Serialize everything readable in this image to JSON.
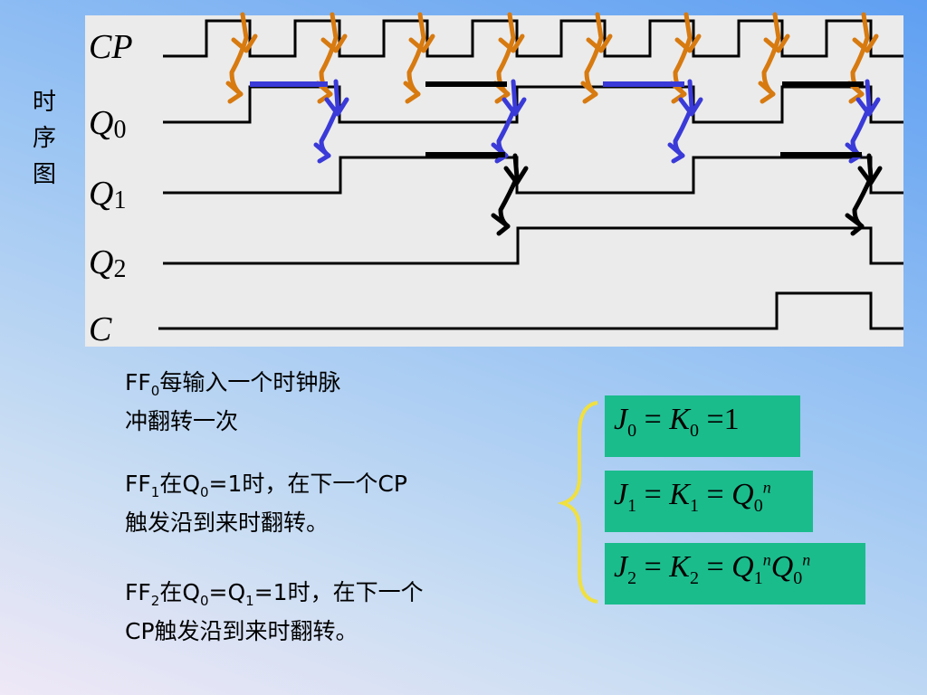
{
  "side_title": [
    "时",
    "序",
    "图"
  ],
  "labels": {
    "cp": "CP",
    "q": "Q",
    "q0_sub": "0",
    "q1_sub": "1",
    "q2_sub": "2",
    "c": "C"
  },
  "descriptions": {
    "ff0": {
      "pre": "FF",
      "sub": "0",
      "line1": "每输入一个时钟脉",
      "line2": "冲翻转一次"
    },
    "ff1": {
      "pre": "FF",
      "sub": "1",
      "line1a": "在Q",
      "sub0": "0",
      "line1b": "=1时，在下一个CP",
      "line2": "触发沿到来时翻转。"
    },
    "ff2": {
      "pre": "FF",
      "sub": "2",
      "line1a": "在Q",
      "sub0": "0",
      "eq": "=Q",
      "sub1": "1",
      "line1b": "=1时，在下一个",
      "line2": "CP触发沿到来时翻转。"
    }
  },
  "equations": {
    "eq1": {
      "j": "J",
      "js": "0",
      "eq": " = ",
      "k": "K",
      "ks": "0",
      "eq2": " =",
      "rhs": "1"
    },
    "eq2": {
      "j": "J",
      "js": "1",
      "eq": " = ",
      "k": "K",
      "ks": "1",
      "eq2": " = ",
      "q": "Q",
      "qs": "0",
      "qn": "n"
    },
    "eq3": {
      "j": "J",
      "js": "2",
      "eq": " = ",
      "k": "K",
      "ks": "2",
      "eq2": " = ",
      "q": "Q",
      "qs": "1",
      "qn": "n",
      "q2": "Q",
      "q2s": "0",
      "q2n": "n"
    }
  },
  "colors": {
    "panel": "#ebebeb",
    "cp_arrow": "#d77a10",
    "q0_arrow": "#3a3ad8",
    "q1_arrow": "#000000",
    "eq_box": "#1abc8c",
    "brace": "#f0e040"
  }
}
